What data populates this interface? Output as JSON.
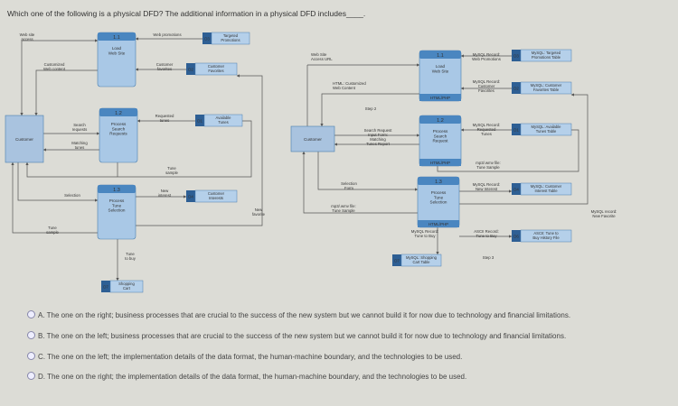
{
  "question": "Which one of the following is a physical DFD? The additional information in a physical DFD includes____.",
  "left": {
    "entities": {
      "customer": "Customer"
    },
    "processes": {
      "p1_1": {
        "id": "1.1",
        "lines": [
          "Load",
          "Web Site"
        ]
      },
      "p1_2": {
        "id": "1.2",
        "lines": [
          "Process",
          "Search",
          "Requests"
        ]
      },
      "p1_3": {
        "id": "1.3",
        "lines": [
          "Process",
          "Tune",
          "Selection"
        ]
      }
    },
    "stores": {
      "d3": {
        "id": "D3",
        "lines": [
          "Targeted",
          "Promotions"
        ]
      },
      "d2": {
        "id": "D2",
        "lines": [
          "Customer",
          "Favorites"
        ]
      },
      "d1": {
        "id": "D1",
        "lines": [
          "Available",
          "Tunes"
        ]
      },
      "d4": {
        "id": "D4",
        "lines": [
          "Customer",
          "Interests"
        ]
      },
      "d7": {
        "id": "D7",
        "lines": [
          "Shopping",
          "Cart"
        ]
      }
    },
    "flows": {
      "web_site_access": [
        "Web site",
        "access"
      ],
      "customized_web_content": [
        "Customized",
        "Web content"
      ],
      "web_promotions": [
        "Web promotions"
      ],
      "customer_favorites": [
        "Customer",
        "favorites"
      ],
      "requested_tunes": [
        "Requested",
        "tunes"
      ],
      "search_requests": [
        "Search",
        "requests"
      ],
      "matching_tunes": [
        "Matching",
        "tunes"
      ],
      "tune_sample_1": [
        "Tune",
        "sample"
      ],
      "new_interest": [
        "New",
        "interest"
      ],
      "selection": [
        "Selection"
      ],
      "new_favorite": [
        "New",
        "favorite"
      ],
      "tune_sample_2": [
        "Tune",
        "sample"
      ],
      "tune_to_buy": [
        "Tune",
        "to buy"
      ]
    }
  },
  "right": {
    "entities": {
      "customer": "Customer"
    },
    "processes": {
      "p1_1": {
        "id": "1.1",
        "lines": [
          "Load",
          "Web Site"
        ],
        "tech": "HTML/PHP"
      },
      "p1_2": {
        "id": "1.2",
        "lines": [
          "Process",
          "Search",
          "Request"
        ],
        "tech": "HTML/PHP"
      },
      "p1_3": {
        "id": "1.3",
        "lines": [
          "Process",
          "Tune",
          "Selection"
        ],
        "tech": "HTML/PHP"
      }
    },
    "stores": {
      "d3": {
        "id": "D3",
        "lines": [
          "MySQL: Targeted",
          "Promotions Table"
        ]
      },
      "d2": {
        "id": "D2",
        "lines": [
          "MySQL: Customer",
          "Favorites Table"
        ]
      },
      "d1": {
        "id": "D1",
        "lines": [
          "MySQL: Available",
          "Tunes Table"
        ]
      },
      "d4": {
        "id": "D4",
        "lines": [
          "MySQL: Customer",
          "Interest Table"
        ]
      },
      "d6": {
        "id": "D6",
        "lines": [
          "ASCII: Tune to",
          "Buy History File"
        ]
      },
      "d7": {
        "id": "D7",
        "lines": [
          "MySQL: Shopping",
          "Cart Table"
        ]
      }
    },
    "flows": {
      "web_site_access_url": [
        "Web Site",
        "Access URL"
      ],
      "mysql_web_promotions": [
        "MySQL Record:",
        "Web Promotions"
      ],
      "mysql_customer_favorites": [
        "MySQL Record:",
        "Customer",
        "Favorites"
      ],
      "html_customized": [
        "HTML: Customized",
        "Web Content"
      ],
      "step2": [
        "Step 2"
      ],
      "search_request": [
        "Search Request",
        "Input Form:",
        "Matching",
        "Tunes Report"
      ],
      "mysql_requested_tunes": [
        "MySQL Record:",
        "Requested",
        "Tunes"
      ],
      "mp3_tune_sample_1": [
        "mp3/.wmv file:",
        "Tune Sample"
      ],
      "selection_form": [
        "Selection",
        "Form"
      ],
      "mp3_tune_sample_2": [
        "mp3/.wmv file:",
        "Tune Sample"
      ],
      "mysql_new_interest": [
        "MySQL Record:",
        "New Interest"
      ],
      "mysql_new_favorite": [
        "MySQL record:",
        "New Favorite"
      ],
      "mysql_tune_to_buy": [
        "MySQL Record:",
        "Tune to Buy"
      ],
      "ascii_tune_to_buy": [
        "ASCII Record:",
        "Tune to Buy"
      ],
      "step3": [
        "Step 3"
      ]
    }
  },
  "options": [
    "A. The one on the right; business processes that are crucial to the success of the new system but we cannot build it for now due to technology and financial limitations.",
    "B. The one on the left; business processes that are crucial to the success of the new system but we cannot build it for now due to technology and financial limitations.",
    "C. The one on the left; the implementation details of the data format, the human-machine boundary, and the technologies to be used.",
    "D. The one on the right; the implementation details of the data format, the human-machine boundary, and the technologies to be used."
  ]
}
